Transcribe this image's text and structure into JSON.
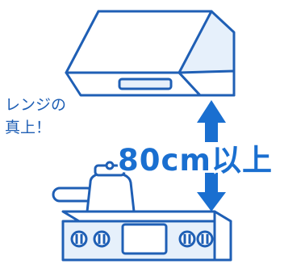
{
  "labels": {
    "note_line1": "レンジの",
    "note_line2": "真上！",
    "measurement": "80cm以上"
  },
  "colors": {
    "blue": "#1f5fb5",
    "arrow": "#1a6fd0",
    "fill_light": "#e6f0fb",
    "background": "#ffffff"
  },
  "icons": [
    "range-hood-icon",
    "kettle-icon",
    "stove-icon",
    "up-arrow-icon",
    "down-arrow-icon"
  ]
}
